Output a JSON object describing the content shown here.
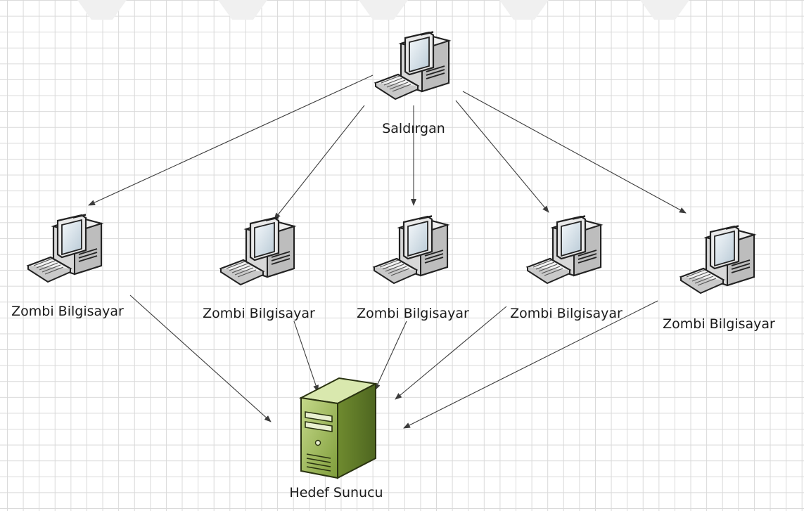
{
  "nodes": {
    "attacker": {
      "label": "Saldırgan",
      "icon": "computer-icon"
    },
    "zombies": [
      {
        "label": "Zombi Bilgisayar",
        "icon": "computer-icon"
      },
      {
        "label": "Zombi Bilgisayar",
        "icon": "computer-icon"
      },
      {
        "label": "Zombi Bilgisayar",
        "icon": "computer-icon"
      },
      {
        "label": "Zombi Bilgisayar",
        "icon": "computer-icon"
      },
      {
        "label": "Zombi Bilgisayar",
        "icon": "computer-icon"
      }
    ],
    "target": {
      "label": "Hedef Sunucu",
      "icon": "server-icon"
    }
  },
  "edges": [
    {
      "from": "attacker",
      "to": "zombie-1"
    },
    {
      "from": "attacker",
      "to": "zombie-2"
    },
    {
      "from": "attacker",
      "to": "zombie-3"
    },
    {
      "from": "attacker",
      "to": "zombie-4"
    },
    {
      "from": "attacker",
      "to": "zombie-5"
    },
    {
      "from": "zombie-1",
      "to": "target"
    },
    {
      "from": "zombie-2",
      "to": "target"
    },
    {
      "from": "zombie-3",
      "to": "target"
    },
    {
      "from": "zombie-4",
      "to": "target"
    },
    {
      "from": "zombie-5",
      "to": "target"
    }
  ],
  "colors": {
    "grid": "#d9d9d9",
    "arrow": "#3c3c3c",
    "server": "#8fb04a",
    "computer": "#e6e6e6"
  }
}
